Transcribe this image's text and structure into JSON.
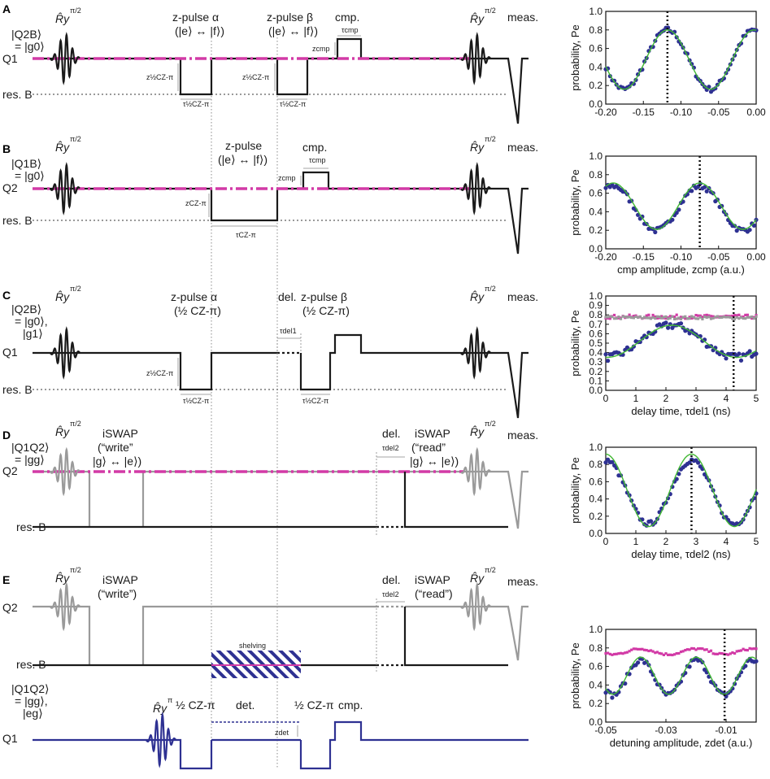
{
  "colors": {
    "blue": "#2e3192",
    "magenta": "#d23aa6",
    "green": "#41b833",
    "gray": "#9a9a9a",
    "black": "#1a1a1a"
  },
  "panels": {
    "A": {
      "letter": "A",
      "state": "|Q2B⟩",
      "state_eq": "= |g0⟩",
      "qubit": "Q1",
      "res": "res. B",
      "ry_left": "R̂y",
      "ry_left_sup": "π/2",
      "ry_right": "R̂y",
      "ry_right_sup": "π/2",
      "meas": "meas.",
      "zpulse_a": "z-pulse α",
      "zpulse_a_sub": "(|e⟩ ↔ |f⟩)",
      "zpulse_b": "z-pulse β",
      "zpulse_b_sub": "(|e⟩ ↔ |f⟩)",
      "cmp": "cmp.",
      "tau_cmp": "τcmp",
      "z_cmp": "zcmp",
      "z_half1": "z½CZ-π",
      "tau_half1": "τ½CZ-π",
      "z_half2": "z½CZ-π",
      "tau_half2": "τ½CZ-π"
    },
    "B": {
      "letter": "B",
      "state": "|Q1B⟩",
      "state_eq": "= |g0⟩",
      "qubit": "Q2",
      "res": "res. B",
      "ry_left": "R̂y",
      "ry_left_sup": "π/2",
      "ry_right": "R̂y",
      "ry_right_sup": "π/2",
      "meas": "meas.",
      "zpulse": "z-pulse",
      "zpulse_sub": "(|e⟩ ↔ |f⟩)",
      "cmp": "cmp.",
      "tau_cmp": "τcmp",
      "z_cmp": "zcmp",
      "z_cz": "zCZ-π",
      "tau_cz": "τCZ-π"
    },
    "C": {
      "letter": "C",
      "state": "|Q2B⟩",
      "state_eq": "= |g0⟩,",
      "state_eq2": "|g1⟩",
      "qubit": "Q1",
      "res": "res. B",
      "ry_left": "R̂y",
      "ry_left_sup": "π/2",
      "ry_right": "R̂y",
      "ry_right_sup": "π/2",
      "meas": "meas.",
      "zpulse_a": "z-pulse α",
      "zpulse_a_sub": "(½ CZ-π)",
      "del": "del.",
      "zpulse_b": "z-pulse β",
      "zpulse_b_sub": "(½ CZ-π)",
      "tau_del1": "τdel1",
      "z_half1": "z½CZ-π",
      "tau_half1": "τ½CZ-π",
      "tau_half2": "τ½CZ-π"
    },
    "D": {
      "letter": "D",
      "state": "|Q1Q2⟩",
      "state_eq": "= |gg⟩",
      "qubit": "Q2",
      "res": "res. B",
      "ry_left": "R̂y",
      "ry_left_sup": "π/2",
      "ry_right": "R̂y",
      "ry_right_sup": "π/2",
      "meas": "meas.",
      "iswap_w": "iSWAP",
      "iswap_w2": "(“write”",
      "iswap_w3": "|g⟩ ↔ |e⟩)",
      "iswap_r": "iSWAP",
      "iswap_r2": "(“read”",
      "iswap_r3": "|g⟩ ↔ |e⟩)",
      "del": "del.",
      "tau_del2": "τdel2"
    },
    "E": {
      "letter": "E",
      "qubit2": "Q2",
      "res": "res. B",
      "qubit1": "Q1",
      "state": "|Q1Q2⟩",
      "state_eq": "= |gg⟩,",
      "state_eq2": "|eg⟩",
      "ry_left": "R̂y",
      "ry_left_sup": "π/2",
      "ry_right": "R̂y",
      "ry_right_sup": "π/2",
      "ry_pi": "R̂y",
      "ry_pi_sup": "π",
      "meas": "meas.",
      "iswap_w": "iSWAP",
      "iswap_w2": "(“write”)",
      "iswap_r": "iSWAP",
      "iswap_r2": "(“read”)",
      "del": "del.",
      "tau_del2": "τdel2",
      "shelving": "shelving",
      "half1": "½ CZ-π",
      "det": "det.",
      "half2": "½ CZ-π",
      "cmp": "cmp.",
      "z_det": "zdet"
    }
  },
  "chart_data": [
    {
      "type": "scatter",
      "panel": "A",
      "ylabel": "probability, Pe",
      "xlabel": "",
      "xlim": [
        -0.2,
        0.0
      ],
      "ylim": [
        0.0,
        1.0
      ],
      "xticks": [
        "-0.20",
        "-0.15",
        "-0.10",
        "-0.05",
        "0.00"
      ],
      "yticks": [
        "0.0",
        "0.2",
        "0.4",
        "0.6",
        "0.8",
        "1.0"
      ],
      "marker": -0.118,
      "fit": {
        "offset": 0.48,
        "amp": 0.32,
        "period": 0.115,
        "phase_x": -0.118
      },
      "series": [
        {
          "color": "blue",
          "offset": 0.48,
          "amp": 0.32,
          "period": 0.115,
          "phase_x": -0.118,
          "noise": 0.03
        }
      ]
    },
    {
      "type": "scatter",
      "panel": "B",
      "ylabel": "probability, Pe",
      "xlabel": "cmp amplitude, zcmp (a.u.)",
      "xlim": [
        -0.2,
        0.0
      ],
      "ylim": [
        0.0,
        1.0
      ],
      "xticks": [
        "-0.20",
        "-0.15",
        "-0.10",
        "-0.05",
        "0.00"
      ],
      "yticks": [
        "0.0",
        "0.2",
        "0.4",
        "0.6",
        "0.8",
        "1.0"
      ],
      "marker": -0.075,
      "fit": {
        "offset": 0.46,
        "amp": 0.25,
        "period": 0.115,
        "phase_x": -0.075
      },
      "series": [
        {
          "color": "blue",
          "offset": 0.44,
          "amp": 0.24,
          "period": 0.115,
          "phase_x": -0.075,
          "noise": 0.03
        }
      ]
    },
    {
      "type": "scatter",
      "panel": "C",
      "ylabel": "probability, Pe",
      "xlabel": "delay time, τdel1 (ns)",
      "xlim": [
        0,
        5
      ],
      "ylim": [
        0.0,
        1.0
      ],
      "xticks": [
        "0",
        "1",
        "2",
        "3",
        "4",
        "5"
      ],
      "yticks": [
        "0.0",
        "0.1",
        "0.2",
        "0.3",
        "0.4",
        "0.5",
        "0.6",
        "0.7",
        "0.8",
        "0.9",
        "1.0"
      ],
      "marker": 4.25,
      "fit": {
        "offset": 0.52,
        "amp": 0.17,
        "period": 4.3,
        "phase_x": 2.2
      },
      "series": [
        {
          "color": "blue",
          "offset": 0.52,
          "amp": 0.17,
          "period": 4.3,
          "phase_x": 2.2,
          "noise": 0.04
        },
        {
          "color": "magenta",
          "offset": 0.78,
          "amp": 0.0,
          "period": 1,
          "phase_x": 0,
          "noise": 0.02
        },
        {
          "color": "gray",
          "offset": 0.77,
          "amp": 0.0,
          "period": 1,
          "phase_x": 0,
          "noise": 0.015
        }
      ]
    },
    {
      "type": "scatter",
      "panel": "D",
      "ylabel": "probability, Pe",
      "xlabel": "delay time, τdel2 (ns)",
      "xlim": [
        0,
        5
      ],
      "ylim": [
        0.0,
        1.0
      ],
      "xticks": [
        "0",
        "1",
        "2",
        "3",
        "4",
        "5"
      ],
      "yticks": [
        "0.0",
        "0.2",
        "0.4",
        "0.6",
        "0.8",
        "1.0"
      ],
      "marker": 2.85,
      "fit": {
        "offset": 0.5,
        "amp": 0.42,
        "period": 2.85,
        "phase_x": 0.0
      },
      "series": [
        {
          "color": "blue",
          "offset": 0.48,
          "amp": 0.37,
          "period": 2.85,
          "phase_x": 0.0,
          "noise": 0.03
        }
      ]
    },
    {
      "type": "scatter",
      "panel": "E",
      "ylabel": "probability, Pe",
      "xlabel": "detuning amplitude, zdet (a.u.)",
      "xlim": [
        -0.05,
        0.0
      ],
      "ylim": [
        0.0,
        1.0
      ],
      "xticks": [
        "-0.05",
        "-0.03",
        "-0.01"
      ],
      "xtick_vals": [
        -0.05,
        -0.03,
        -0.01
      ],
      "yticks": [
        "0.0",
        "0.2",
        "0.4",
        "0.6",
        "0.8",
        "1.0"
      ],
      "marker": -0.0105,
      "fit": {
        "offset": 0.5,
        "amp": 0.2,
        "period": 0.0185,
        "phase_x": -0.0199
      },
      "series": [
        {
          "color": "blue",
          "offset": 0.48,
          "amp": 0.19,
          "period": 0.0185,
          "phase_x": -0.0199,
          "noise": 0.03
        },
        {
          "color": "magenta",
          "offset": 0.76,
          "amp": 0.03,
          "period": 0.0185,
          "phase_x": -0.0199,
          "noise": 0.012
        }
      ]
    }
  ]
}
